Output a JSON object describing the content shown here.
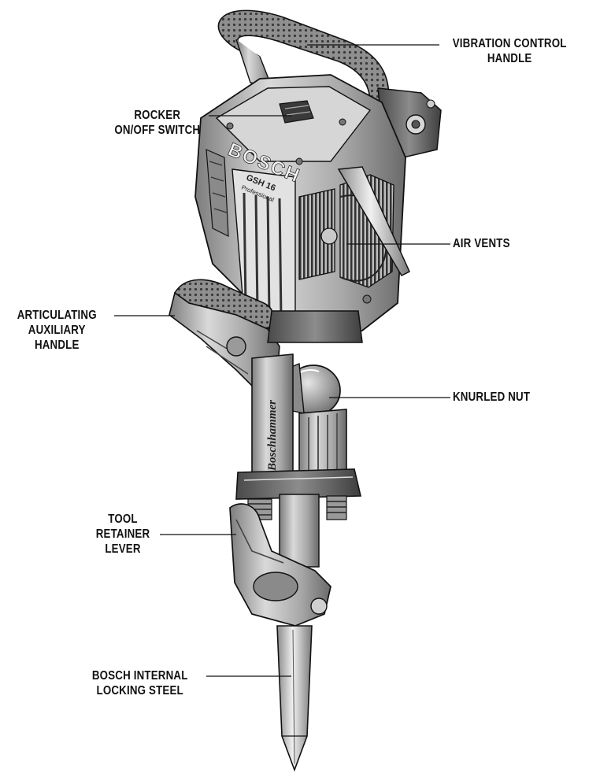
{
  "diagram": {
    "labels": {
      "vibration_control_handle": [
        "VIBRATION CONTROL",
        "HANDLE"
      ],
      "rocker_switch": [
        "ROCKER",
        "ON/OFF SWITCH"
      ],
      "air_vents": [
        "AIR VENTS"
      ],
      "articulating_handle": [
        "ARTICULATING",
        "AUXILIARY",
        "HANDLE"
      ],
      "knurled_nut": [
        "KNURLED NUT"
      ],
      "tool_retainer_lever": [
        "TOOL",
        "RETAINER",
        "LEVER"
      ],
      "locking_steel": [
        "BOSCH INTERNAL",
        "LOCKING STEEL"
      ]
    },
    "branding": {
      "logo_text": "BOSCH",
      "model_text": "GSH 16",
      "model_sub": "Professional",
      "shaft_text": "Boschhammer"
    },
    "colors": {
      "body_light": "#cfcfcf",
      "body_mid": "#9a9a9a",
      "body_dark": "#555555",
      "line": "#111111"
    }
  }
}
